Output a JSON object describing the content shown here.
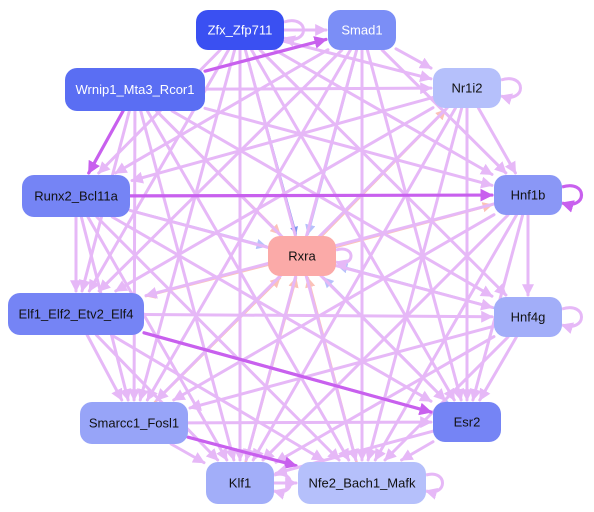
{
  "nodes": [
    {
      "id": "zfx",
      "label": "Zfx_Zfp711",
      "fill": "#3a50f2",
      "text": "#ffffff"
    },
    {
      "id": "smad1",
      "label": "Smad1",
      "fill": "#7b8ef6",
      "text": "#ffffff"
    },
    {
      "id": "wrnip1",
      "label": "Wrnip1_Mta3_Rcor1",
      "fill": "#5a6ef3",
      "text": "#ffffff"
    },
    {
      "id": "nr1i2",
      "label": "Nr1i2",
      "fill": "#b5c0fb",
      "text": "#111111"
    },
    {
      "id": "runx2",
      "label": "Runx2_Bcl11a",
      "fill": "#7584f5",
      "text": "#111111"
    },
    {
      "id": "hnf1b",
      "label": "Hnf1b",
      "fill": "#8a97f6",
      "text": "#111111"
    },
    {
      "id": "rxra",
      "label": "Rxra",
      "fill": "#fbaaa8",
      "text": "#111111"
    },
    {
      "id": "elf1",
      "label": "Elf1_Elf2_Etv2_Elf4",
      "fill": "#7584f5",
      "text": "#111111"
    },
    {
      "id": "hnf4g",
      "label": "Hnf4g",
      "fill": "#a2aef9",
      "text": "#111111"
    },
    {
      "id": "smarcc1",
      "label": "Smarcc1_Fosl1",
      "fill": "#97a4f8",
      "text": "#111111"
    },
    {
      "id": "esr2",
      "label": "Esr2",
      "fill": "#7584f5",
      "text": "#111111"
    },
    {
      "id": "klf1",
      "label": "Klf1",
      "fill": "#a2aef9",
      "text": "#111111"
    },
    {
      "id": "nfe2",
      "label": "Nfe2_Bach1_Mafk",
      "fill": "#b5c0fb",
      "text": "#111111"
    }
  ],
  "colors": {
    "edge_main": "#e6b8f7",
    "edge_strong": "#c860ee",
    "edge_to_hub_blue": "#b7c1fb",
    "edge_to_hub_peach": "#fbc2b8",
    "edge_blue": "#7f95ee",
    "background": "#ffffff"
  },
  "edges": [
    {
      "from": "zfx",
      "to": "rxra",
      "color": "edge_blue"
    },
    {
      "from": "smad1",
      "to": "rxra",
      "color": "edge_to_hub_blue"
    },
    {
      "from": "wrnip1",
      "to": "rxra",
      "color": "edge_to_hub_peach"
    },
    {
      "from": "runx2",
      "to": "rxra",
      "color": "edge_to_hub_blue"
    },
    {
      "from": "hnf4g",
      "to": "rxra",
      "color": "edge_to_hub_blue"
    },
    {
      "from": "esr2",
      "to": "rxra",
      "color": "edge_to_hub_blue"
    },
    {
      "from": "klf1",
      "to": "rxra",
      "color": "edge_to_hub_peach"
    },
    {
      "from": "nfe2",
      "to": "rxra",
      "color": "edge_to_hub_peach"
    },
    {
      "from": "smarcc1",
      "to": "rxra",
      "color": "edge_to_hub_peach"
    },
    {
      "from": "rxra",
      "to": "nr1i2",
      "color": "edge_to_hub_peach"
    },
    {
      "from": "rxra",
      "to": "hnf1b",
      "color": "edge_to_hub_peach"
    },
    {
      "from": "rxra",
      "to": "elf1",
      "color": "edge_to_hub_peach"
    },
    {
      "from": "zfx",
      "to": "smad1",
      "color": "edge_main"
    },
    {
      "from": "zfx",
      "to": "nr1i2",
      "color": "edge_main"
    },
    {
      "from": "zfx",
      "to": "hnf1b",
      "color": "edge_main"
    },
    {
      "from": "zfx",
      "to": "hnf4g",
      "color": "edge_main"
    },
    {
      "from": "zfx",
      "to": "esr2",
      "color": "edge_main"
    },
    {
      "from": "zfx",
      "to": "nfe2",
      "color": "edge_main"
    },
    {
      "from": "zfx",
      "to": "klf1",
      "color": "edge_main"
    },
    {
      "from": "zfx",
      "to": "smarcc1",
      "color": "edge_main"
    },
    {
      "from": "zfx",
      "to": "elf1",
      "color": "edge_main"
    },
    {
      "from": "zfx",
      "to": "runx2",
      "color": "edge_main"
    },
    {
      "from": "wrnip1",
      "to": "smad1",
      "color": "edge_strong"
    },
    {
      "from": "wrnip1",
      "to": "nr1i2",
      "color": "edge_main"
    },
    {
      "from": "wrnip1",
      "to": "hnf1b",
      "color": "edge_main"
    },
    {
      "from": "wrnip1",
      "to": "hnf4g",
      "color": "edge_main"
    },
    {
      "from": "wrnip1",
      "to": "esr2",
      "color": "edge_main"
    },
    {
      "from": "wrnip1",
      "to": "nfe2",
      "color": "edge_main"
    },
    {
      "from": "wrnip1",
      "to": "klf1",
      "color": "edge_main"
    },
    {
      "from": "wrnip1",
      "to": "smarcc1",
      "color": "edge_main"
    },
    {
      "from": "wrnip1",
      "to": "elf1",
      "color": "edge_main"
    },
    {
      "from": "wrnip1",
      "to": "runx2",
      "color": "edge_strong"
    },
    {
      "from": "smad1",
      "to": "nr1i2",
      "color": "edge_main"
    },
    {
      "from": "smad1",
      "to": "hnf1b",
      "color": "edge_main"
    },
    {
      "from": "smad1",
      "to": "elf1",
      "color": "edge_main"
    },
    {
      "from": "smad1",
      "to": "runx2",
      "color": "edge_main"
    },
    {
      "from": "smad1",
      "to": "klf1",
      "color": "edge_main"
    },
    {
      "from": "smad1",
      "to": "smarcc1",
      "color": "edge_main"
    },
    {
      "from": "smad1",
      "to": "esr2",
      "color": "edge_main"
    },
    {
      "from": "smad1",
      "to": "nfe2",
      "color": "edge_main"
    },
    {
      "from": "nr1i2",
      "to": "hnf1b",
      "color": "edge_main"
    },
    {
      "from": "nr1i2",
      "to": "runx2",
      "color": "edge_main"
    },
    {
      "from": "nr1i2",
      "to": "elf1",
      "color": "edge_main"
    },
    {
      "from": "nr1i2",
      "to": "klf1",
      "color": "edge_main"
    },
    {
      "from": "nr1i2",
      "to": "smarcc1",
      "color": "edge_main"
    },
    {
      "from": "nr1i2",
      "to": "esr2",
      "color": "edge_main"
    },
    {
      "from": "nr1i2",
      "to": "nfe2",
      "color": "edge_main"
    },
    {
      "from": "runx2",
      "to": "hnf1b",
      "color": "edge_strong"
    },
    {
      "from": "runx2",
      "to": "elf1",
      "color": "edge_main"
    },
    {
      "from": "runx2",
      "to": "hnf4g",
      "color": "edge_main"
    },
    {
      "from": "runx2",
      "to": "esr2",
      "color": "edge_main"
    },
    {
      "from": "runx2",
      "to": "nfe2",
      "color": "edge_main"
    },
    {
      "from": "runx2",
      "to": "klf1",
      "color": "edge_main"
    },
    {
      "from": "runx2",
      "to": "smarcc1",
      "color": "edge_main"
    },
    {
      "from": "hnf1b",
      "to": "elf1",
      "color": "edge_main"
    },
    {
      "from": "hnf1b",
      "to": "hnf4g",
      "color": "edge_main"
    },
    {
      "from": "hnf1b",
      "to": "smarcc1",
      "color": "edge_main"
    },
    {
      "from": "hnf1b",
      "to": "klf1",
      "color": "edge_main"
    },
    {
      "from": "hnf1b",
      "to": "nfe2",
      "color": "edge_main"
    },
    {
      "from": "hnf1b",
      "to": "esr2",
      "color": "edge_main"
    },
    {
      "from": "elf1",
      "to": "hnf4g",
      "color": "edge_main"
    },
    {
      "from": "elf1",
      "to": "smarcc1",
      "color": "edge_main"
    },
    {
      "from": "elf1",
      "to": "klf1",
      "color": "edge_main"
    },
    {
      "from": "elf1",
      "to": "nfe2",
      "color": "edge_main"
    },
    {
      "from": "elf1",
      "to": "esr2",
      "color": "edge_main"
    },
    {
      "from": "hnf4g",
      "to": "smarcc1",
      "color": "edge_main"
    },
    {
      "from": "hnf4g",
      "to": "klf1",
      "color": "edge_main"
    },
    {
      "from": "hnf4g",
      "to": "nfe2",
      "color": "edge_main"
    },
    {
      "from": "hnf4g",
      "to": "esr2",
      "color": "edge_main"
    },
    {
      "from": "smarcc1",
      "to": "esr2",
      "color": "edge_main"
    },
    {
      "from": "smarcc1",
      "to": "klf1",
      "color": "edge_main"
    },
    {
      "from": "smarcc1",
      "to": "nfe2",
      "color": "edge_strong"
    },
    {
      "from": "esr2",
      "to": "klf1",
      "color": "edge_main"
    },
    {
      "from": "esr2",
      "to": "nfe2",
      "color": "edge_main"
    },
    {
      "from": "klf1",
      "to": "nfe2",
      "color": "edge_main"
    },
    {
      "from": "elf1",
      "to": "esr2",
      "color": "edge_strong"
    }
  ],
  "self_loops": [
    {
      "node": "zfx",
      "color": "edge_main"
    },
    {
      "node": "nr1i2",
      "color": "edge_main"
    },
    {
      "node": "hnf1b",
      "color": "edge_strong"
    },
    {
      "node": "rxra",
      "color": "edge_main"
    },
    {
      "node": "hnf4g",
      "color": "edge_main"
    },
    {
      "node": "nfe2",
      "color": "edge_main"
    },
    {
      "node": "klf1",
      "color": "edge_main"
    }
  ]
}
